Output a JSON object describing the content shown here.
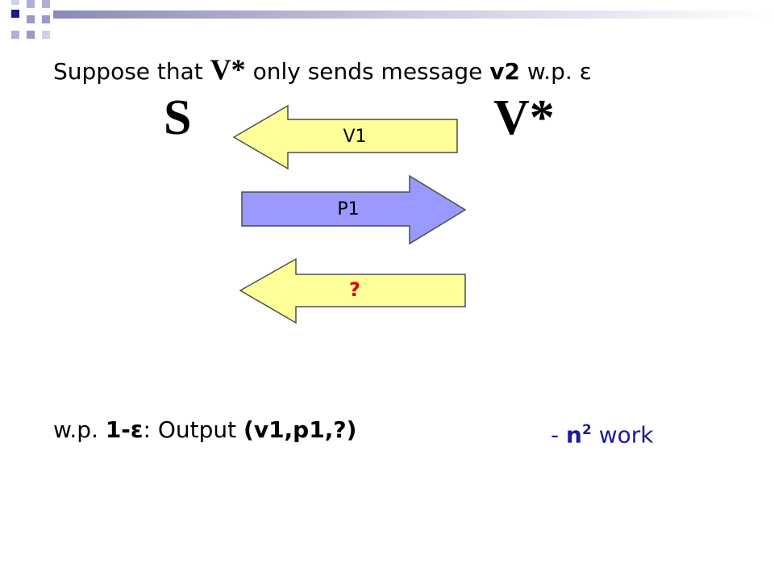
{
  "header": {
    "prefix": "Suppose that ",
    "var": "V*",
    "middle": " only sends message ",
    "msg": "v2",
    "suffix": " w.p. ",
    "eps": "ε"
  },
  "parties": {
    "left": "S",
    "right": "V*"
  },
  "arrows": {
    "a1": {
      "label": "V1",
      "direction": "left",
      "fill": "#ffff99"
    },
    "a2": {
      "label": "P1",
      "direction": "right",
      "fill": "#9999ff"
    },
    "a3": {
      "label": "?",
      "direction": "left",
      "fill": "#ffff99",
      "label_color": "#e00000"
    }
  },
  "output_line": {
    "prefix": "w.p. ",
    "bold": "1-",
    "eps": "ε",
    "middle": ": Output ",
    "tuple": "(v1,p1,?)"
  },
  "work_line": {
    "dash": "- ",
    "n": "n",
    "exp": "2",
    "suffix": " work"
  },
  "colors": {
    "deco_dark": "#1a1a8c",
    "deco_light": "#9999cc",
    "text_blue": "#1a1a9c"
  }
}
